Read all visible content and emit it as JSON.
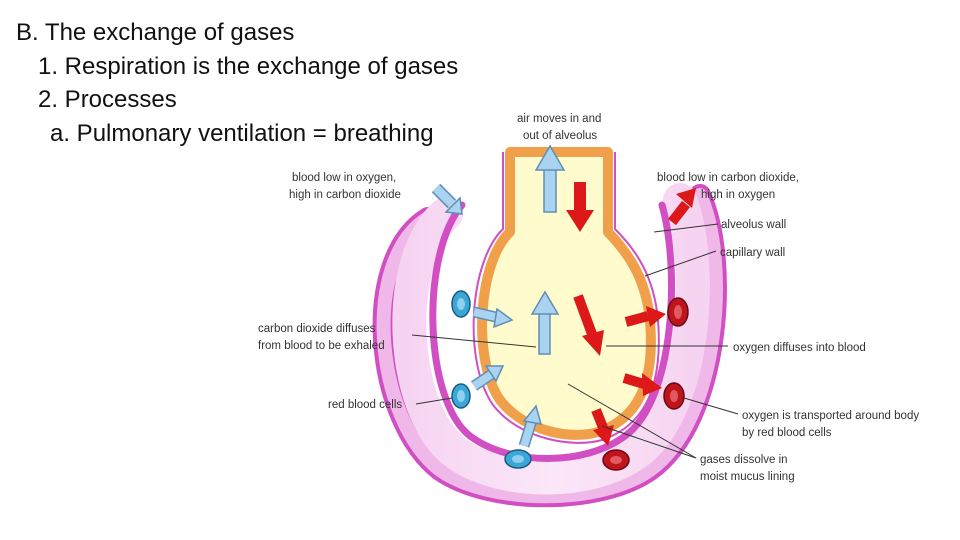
{
  "slide": {
    "heading": "B. The exchange of gases",
    "point_1": "1. Respiration is the exchange of gases",
    "point_2": "2. Processes",
    "point_2a": "a. Pulmonary ventilation = breathing"
  },
  "diagram": {
    "labels": {
      "air_moves_1": "air moves in and",
      "air_moves_2": "out of alveolus",
      "blood_low_oxygen_1": "blood low in oxygen,",
      "blood_low_oxygen_2": "high in carbon dioxide",
      "blood_low_co2_1": "blood low in carbon dioxide,",
      "blood_low_co2_2": "high in oxygen",
      "alveolus_wall": "alveolus wall",
      "capillary_wall": "capillary wall",
      "co2_diffuses_1": "carbon dioxide diffuses",
      "co2_diffuses_2": "from blood to be exhaled",
      "oxygen_diffuses": "oxygen diffuses into blood",
      "red_blood_cells": "red blood cells",
      "oxygen_transported_1": "oxygen is transported around body",
      "oxygen_transported_2": "by red blood cells",
      "gases_dissolve_1": "gases dissolve in",
      "gases_dissolve_2": "moist mucus lining"
    },
    "colors": {
      "capillary": "#f2c6ec",
      "capillary_wall": "#d14fc2",
      "alveolus_wall": "#f0a04b",
      "alveolus_air": "#fffbcc",
      "oxygen_arrow": "#dd1818",
      "co2_arrow": "#a9d3f0",
      "co2_arrow_stroke": "#5f8fb5",
      "oxygenated_cell": "#c0141c",
      "deoxygenated_cell": "#3ba6d8",
      "leader_line": "#333333"
    }
  }
}
